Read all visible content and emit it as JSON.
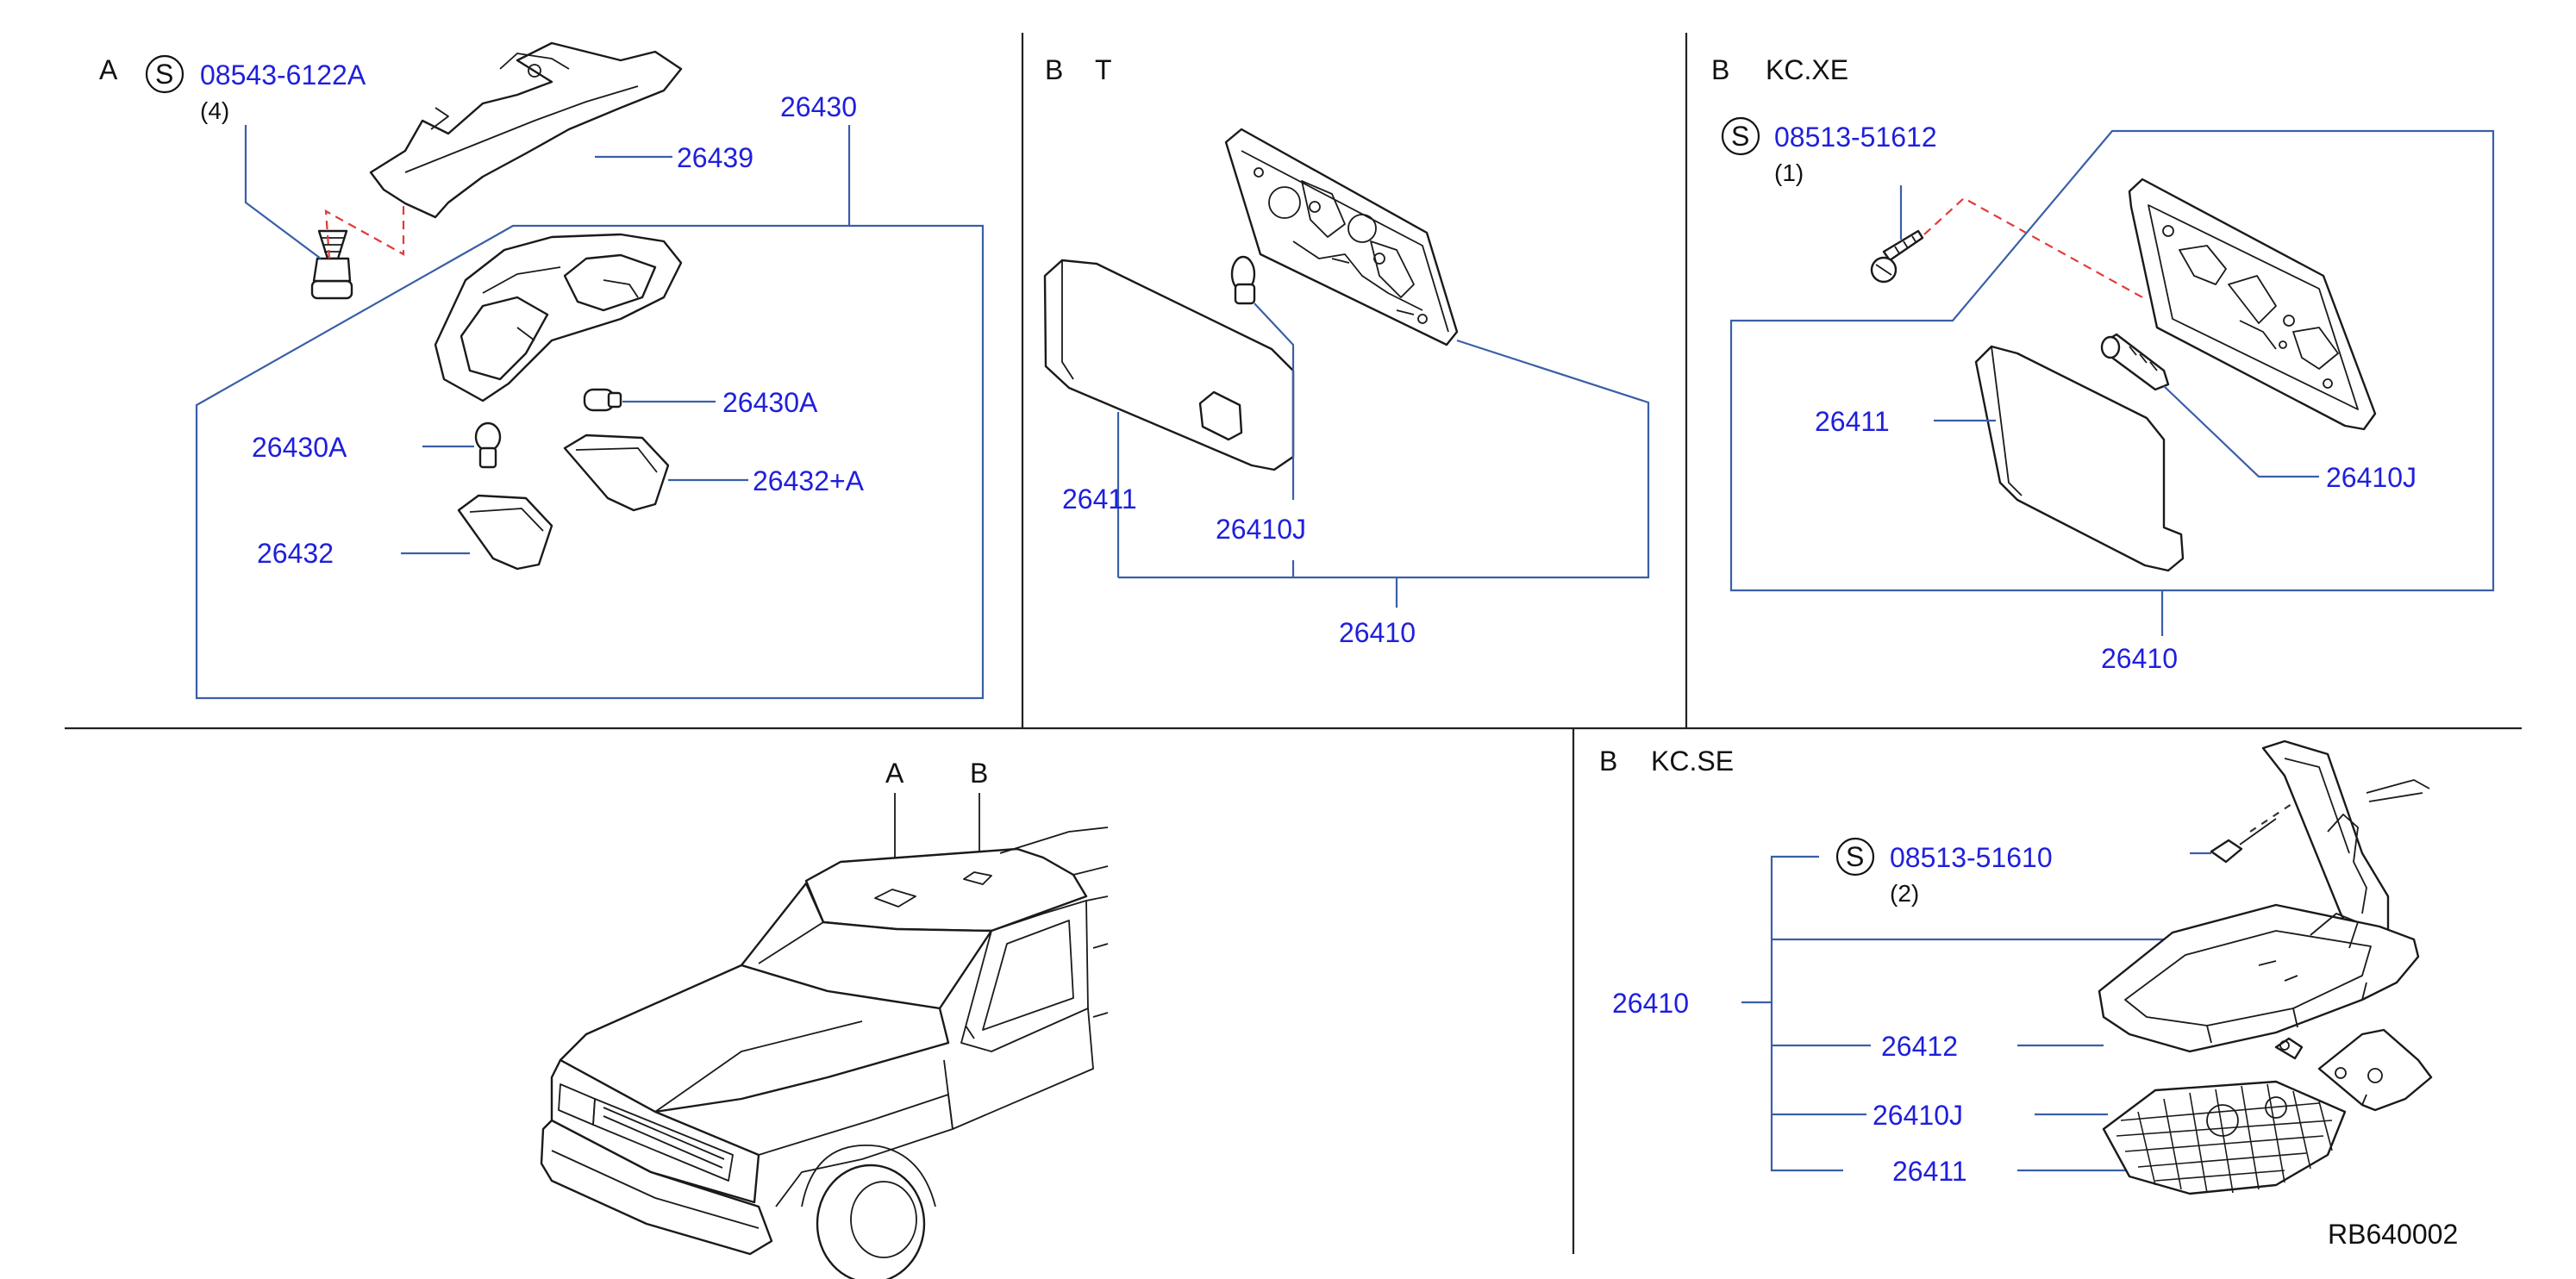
{
  "sections": {
    "a": {
      "letter": "A",
      "screw_symbol": "S",
      "screw_part": "08543-6122A",
      "screw_qty": "(4)",
      "parts": [
        "26439",
        "26430",
        "26430A",
        "26430A",
        "26432+A",
        "26432"
      ]
    },
    "b_t": {
      "letter": "B",
      "variant": "T",
      "parts": [
        "26411",
        "26410J",
        "26410"
      ]
    },
    "b_kcxe": {
      "letter": "B",
      "variant": "KC.XE",
      "screw_symbol": "S",
      "screw_part": "08513-51612",
      "screw_qty": "(1)",
      "parts": [
        "26411",
        "26410J",
        "26410"
      ]
    },
    "truck": {
      "marker_a": "A",
      "marker_b": "B"
    },
    "b_kcse": {
      "letter": "B",
      "variant": "KC.SE",
      "screw_symbol": "S",
      "screw_part": "08513-51610",
      "screw_qty": "(2)",
      "parts": [
        "26410",
        "26412",
        "26410J",
        "26411"
      ]
    }
  },
  "reference_code": "RB640002"
}
